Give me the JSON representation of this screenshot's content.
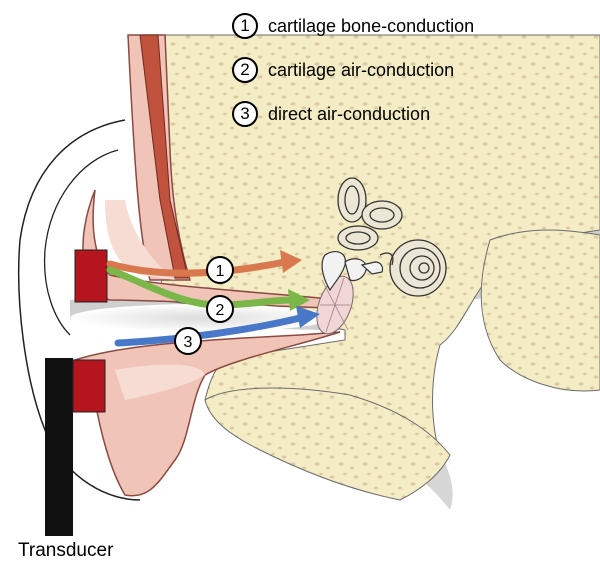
{
  "legend": [
    {
      "number": "1",
      "label": "cartilage bone-conduction"
    },
    {
      "number": "2",
      "label": "cartilage air-conduction"
    },
    {
      "number": "3",
      "label": "direct air-conduction"
    }
  ],
  "path_markers": [
    "1",
    "2",
    "3"
  ],
  "caption": "Transducer",
  "colors": {
    "bone": "#f4ecc4",
    "bone_spots": "#dcc9a4",
    "skin": "#f1c4b8",
    "skin_outline": "#8a4a42",
    "transducer_pad": "#b5151d",
    "transducer_body": "#111111",
    "path_1": "#d9774f",
    "path_2": "#7ab648",
    "path_3": "#4a78c8",
    "canal_shadow": "#c8c8c8"
  }
}
